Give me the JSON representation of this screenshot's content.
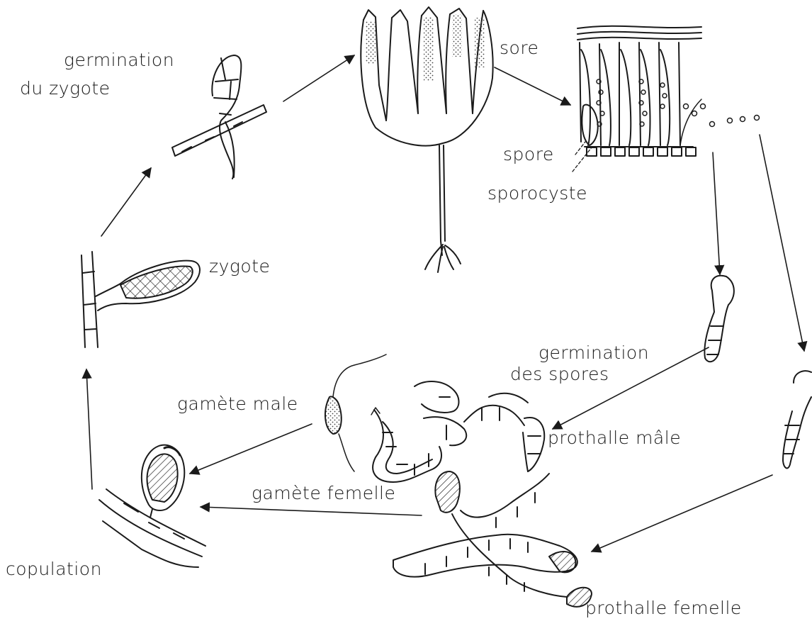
{
  "diagram": {
    "labels": {
      "germination_zygote_1": "germination",
      "germination_zygote_2": "du zygote",
      "sore": "sore",
      "spore": "spore",
      "sporocyste": "sporocyste",
      "zygote": "zygote",
      "germination_spores_1": "germination",
      "germination_spores_2": "des spores",
      "gamete_male": "gamète male",
      "prothalle_male": "prothalle mâle",
      "gamete_femelle": "gamète femelle",
      "copulation": "copulation",
      "prothalle_femelle": "prothalle femelle"
    },
    "colors": {
      "ink": "#1a1a1a",
      "paper": "#ffffff"
    }
  }
}
